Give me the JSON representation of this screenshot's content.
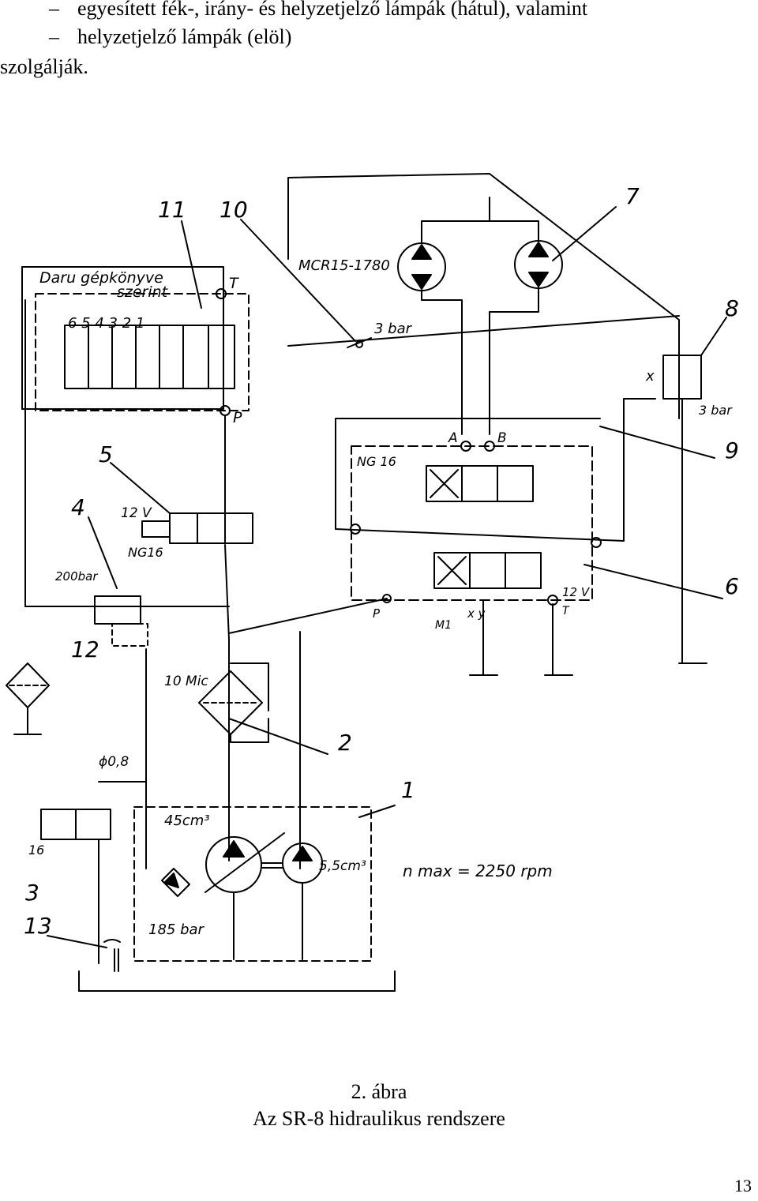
{
  "intro": {
    "line1": "egyesített fék-, irány- és helyzetjelző lámpák (hátul), valamint",
    "line2": "helyzetjelző lámpák (elöl)",
    "line3": "szolgálják."
  },
  "diagram": {
    "labels": {
      "n1": "1",
      "n2": "2",
      "n3": "3",
      "n4": "4",
      "n5": "5",
      "n6": "6",
      "n7": "7",
      "n8": "8",
      "n9": "9",
      "n10": "10",
      "n11": "11",
      "n12": "12",
      "n13": "13",
      "daru": "Daru gépkönyve",
      "szerint": "szerint",
      "t_top": "T",
      "p_top": "P",
      "seq": "6  5  4  3  2  1",
      "mcr": "MCR15-1780",
      "bar3a": "3 bar",
      "bar3b": "3 bar",
      "x8": "x",
      "ng16a": "NG 16",
      "a": "A",
      "b": "B",
      "v12a": "12 V",
      "ng16b": "NG16",
      "bar200": "200bar",
      "v12b": "12 V",
      "p_low": "P",
      "m1": "M1",
      "xy": "x  y",
      "t_low": "T",
      "mic": "10 Mic",
      "phi": "ϕ0,8",
      "cm45": "45cm³",
      "cm55": "5,5cm³",
      "nmax": "n max = 2250 rpm",
      "bar185": "185 bar",
      "v16": "16"
    }
  },
  "caption": {
    "number": "2. ábra",
    "title": "Az SR-8 hidraulikus rendszere"
  },
  "page_number": "13"
}
